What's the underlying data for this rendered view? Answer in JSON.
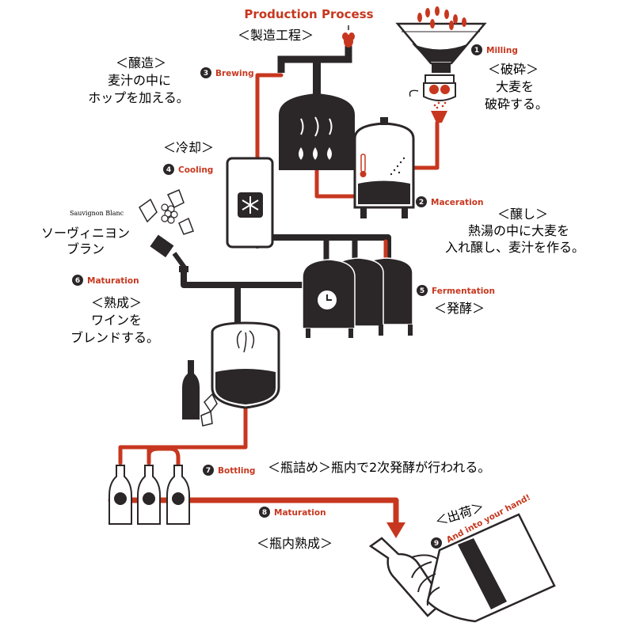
{
  "title": {
    "en": "Production Process",
    "jp": "＜製造工程＞"
  },
  "varietal": {
    "en": "Sauvignon Blanc",
    "jp_line1": "ソーヴィニヨン",
    "jp_line2": "ブラン"
  },
  "steps": [
    {
      "num": "1",
      "label": "Milling",
      "jp": [
        "＜破砕＞",
        "大麦を",
        "破砕する。"
      ]
    },
    {
      "num": "2",
      "label": "Maceration",
      "jp": [
        "＜醸し＞",
        "熱湯の中に大麦を",
        "入れ醸し、麦汁を作る。"
      ]
    },
    {
      "num": "3",
      "label": "Brewing",
      "jp": [
        "＜醸造＞",
        "麦汁の中に",
        "ホップを加える。"
      ]
    },
    {
      "num": "4",
      "label": "Cooling",
      "jp": [
        "＜冷却＞"
      ]
    },
    {
      "num": "5",
      "label": "Fermentation",
      "jp": [
        "＜発酵＞"
      ]
    },
    {
      "num": "6",
      "label": "Maturation",
      "jp": [
        "＜熟成＞",
        "ワインを",
        "ブレンドする。"
      ]
    },
    {
      "num": "7",
      "label": "Bottling",
      "jp": [
        "＜瓶詰め＞瓶内で2次発酵が行われる。"
      ]
    },
    {
      "num": "8",
      "label": "Maturation",
      "jp": [
        "＜瓶内熟成＞"
      ]
    },
    {
      "num": "9",
      "label": "And into your hand!",
      "jp": [
        "＜出荷＞"
      ]
    }
  ],
  "colors": {
    "red": "#c7371f",
    "dark": "#2b2628",
    "text": "#000000"
  }
}
